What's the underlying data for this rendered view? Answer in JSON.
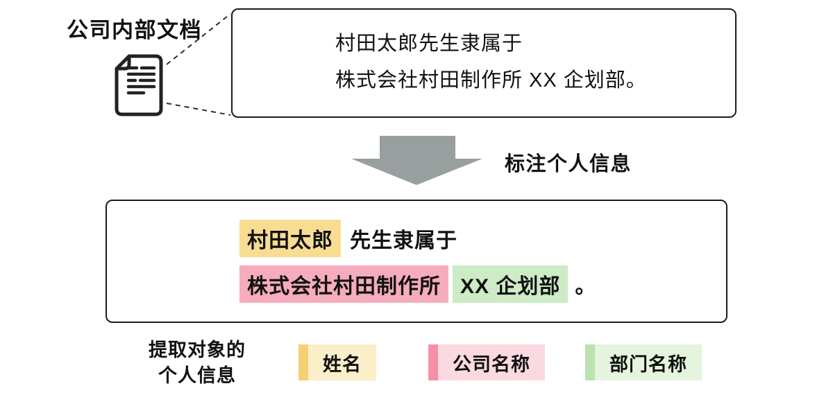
{
  "source": {
    "label": "公司内部文档",
    "icon": "document-icon",
    "box": {
      "line1": "村田太郎先生隶属于",
      "line2": "株式会社村田制作所 XX 企划部。"
    }
  },
  "transform": {
    "icon": "down-arrow-icon",
    "label": "标注个人信息"
  },
  "annotated": {
    "line1": {
      "name": "村田太郎",
      "rest": "先生隶属于"
    },
    "line2": {
      "company": "株式会社村田制作所",
      "department": "XX 企划部",
      "rest": "。"
    }
  },
  "legend": {
    "title_line1": "提取对象的",
    "title_line2": "个人信息",
    "items": [
      {
        "label": "姓名",
        "strip": "#F6CF74",
        "bg": "#FBEFC9"
      },
      {
        "label": "公司名称",
        "strip": "#F390A6",
        "bg": "#FBD9E1"
      },
      {
        "label": "部门名称",
        "strip": "#BCE2AF",
        "bg": "#E4F4DD"
      }
    ]
  },
  "colors": {
    "highlight_name": "#F8DC92",
    "highlight_company": "#F5ACBD",
    "highlight_department": "#CDEBC5",
    "arrow": "#999E9E",
    "line": "#2a2a2a"
  }
}
